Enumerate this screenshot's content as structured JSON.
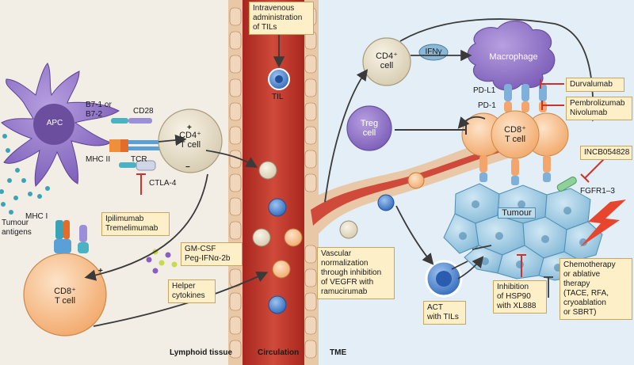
{
  "regions": {
    "lymphoid": "Lymphoid tissue",
    "circulation": "Circulation",
    "tme": "TME"
  },
  "cells": {
    "apc": "APC",
    "cd4_lymph": "CD4⁺\nT cell",
    "cd8_lymph": "CD8⁺\nT cell",
    "cd4_tme": "CD4⁺\ncell",
    "treg": "Treg\ncell",
    "macrophage": "Macrophage",
    "cd8_tme": "CD8⁺\nT cell",
    "tumour": "Tumour",
    "til": "TIL"
  },
  "molecules": {
    "b7": "B7-1 or\nB7-2",
    "cd28": "CD28",
    "mhc2": "MHC II",
    "tcr": "TCR",
    "ctla4": "CTLA-4",
    "mhc1": "MHC I",
    "tumour_antigens": "Tumour\nantigens",
    "ifn": "IFNγ",
    "pdl1": "PD-L1",
    "pd1": "PD-1",
    "fgfr": "FGFR1–3",
    "plus": "+",
    "minus": "−"
  },
  "boxes": {
    "iv": "Intravenous\nadministration\nof TILs",
    "ipi": "Ipilimumab\nTremelimumab",
    "gmcsf": "GM-CSF\nPeg-IFNα-2b",
    "helper": "Helper\ncytokines",
    "vasc": "Vascular\nnormalization\nthrough inhibition\nof VEGFR with\nramucirumab",
    "durva": "Durvalumab",
    "pembro": "Pembrolizumab\nNivolumab",
    "incb": "INCB054828",
    "act": "ACT\nwith TILs",
    "hsp": "Inhibition\nof HSP90\nwith XL888",
    "chemo": "Chemotherapy\nor ablative\ntherapy\n(TACE, RFA,\ncryoablation\nor SBRT)"
  },
  "colors": {
    "lymphoid_bg": "#f2eee6",
    "tme_bg": "#e3eef6",
    "vessel": "#b8302a",
    "apc": "#6b4f9e",
    "tcell": "#f7c79a",
    "tumour": "#8fc3df",
    "til": "#3d78c4",
    "box_fill": "#fdf0c8",
    "inhibit": "#d0312d"
  }
}
